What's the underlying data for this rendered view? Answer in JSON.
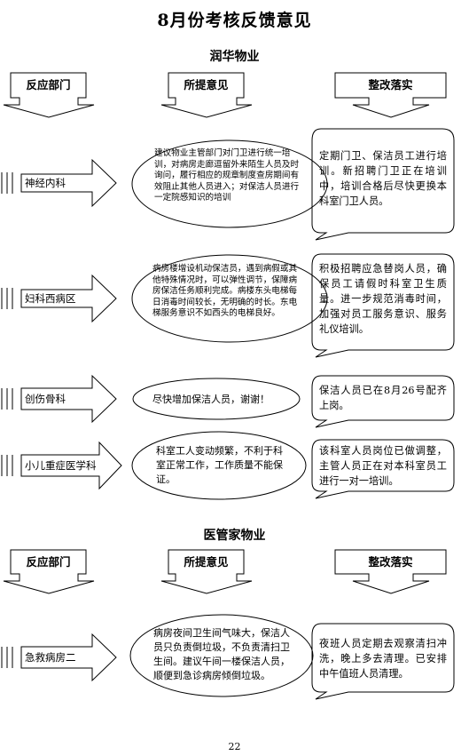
{
  "title": "8月份考核反馈意见",
  "page_number": "22",
  "sections": [
    {
      "name": "润华物业",
      "headers": {
        "dept": "反应部门",
        "opinion": "所提意见",
        "fix": "整改落实"
      },
      "rows": [
        {
          "dept": "神经内科",
          "opinion": "建议物业主管部门对门卫进行统一培训，对病房走廊逗留外来陌生人员及时询问，履行相应的规章制度查房期间有效阻止其他人员进入；对保洁人员进行一定院感知识的培训",
          "fix": "定期门卫、保洁员工进行培训。新招聘门卫正在培训中，培训合格后尽快更换本科室门卫人员。"
        },
        {
          "dept": "妇科西病区",
          "opinion": "病房楼增设机动保洁员，遇到病假或其他特殊情况时，可以弹性调节，保障病房保洁任务顺利完成。病楼东头电梯每日消毒时间较长，无明确的时长。东电梯服务意识不如西头的电梯良好。",
          "fix": "积极招聘应急替岗人员，确保员工请假时科室卫生质量。进一步规范消毒时间，加强对员工服务意识、服务礼仪培训。"
        },
        {
          "dept": "创伤骨科",
          "opinion": "尽快增加保洁人员，谢谢！",
          "fix": "保洁人员已在8月26号配齐上岗。"
        },
        {
          "dept": "小儿重症医学科",
          "opinion": "科室工人变动频繁，不利于科室正常工作，工作质量不能保证。",
          "fix": "该科室人员岗位已做调整，主管人员正在对本科室员工进行一对一培训。"
        }
      ]
    },
    {
      "name": "医管家物业",
      "headers": {
        "dept": "反应部门",
        "opinion": "所提意见",
        "fix": "整改落实"
      },
      "rows": [
        {
          "dept": "急救病房二",
          "opinion": "病房夜间卫生间气味大，保洁人员只负责倒垃圾，不负责清扫卫生间。建议午间一楼保洁人员，顺便到急诊病房倾倒垃圾。",
          "fix": "夜班人员定期去观察清扫冲洗，晚上多去清理。已安排中午值班人员清理。"
        }
      ]
    }
  ]
}
